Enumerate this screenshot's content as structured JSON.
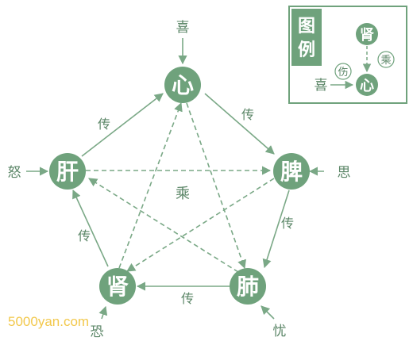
{
  "colors": {
    "green": "#6fa27c",
    "arrow": "#7aa886",
    "text": "#5a8566",
    "node_text": "#ffffff",
    "watermark": "#f2c84b"
  },
  "nodes": {
    "heart": "心",
    "spleen": "脾",
    "lung": "肺",
    "kidney": "肾",
    "liver": "肝"
  },
  "emotions": {
    "joy": "喜",
    "thought": "思",
    "worry": "忧",
    "fear": "恐",
    "anger": "怒"
  },
  "edge_labels": {
    "transmit": "传",
    "overact": "乘"
  },
  "legend": {
    "title_top": "图",
    "title_bottom": "例",
    "node_top": "肾",
    "node_bottom": "心",
    "overact": "乘",
    "injure": "伤",
    "emotion": "喜"
  },
  "watermark": "5000yan.com"
}
